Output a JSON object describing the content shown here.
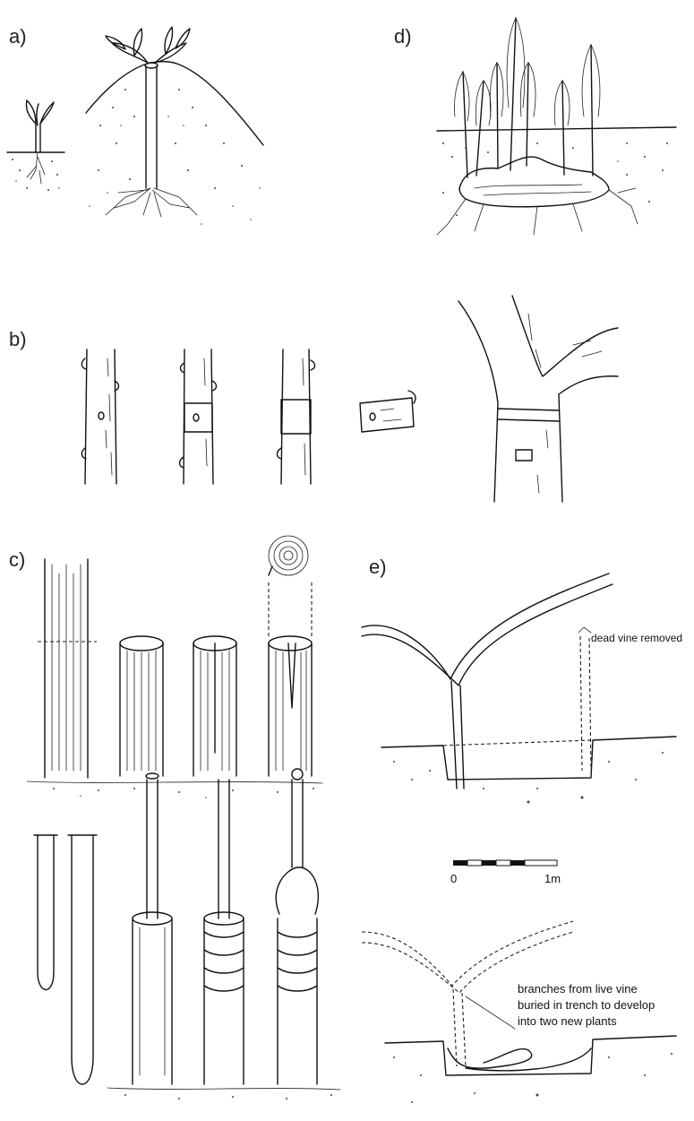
{
  "panels": {
    "a": "a)",
    "b": "b)",
    "c": "c)",
    "d": "d)",
    "e": "e)"
  },
  "annotations": {
    "dead_vine": "dead vine removed",
    "branches_line1": "branches from live vine",
    "branches_line2": "buried in trench to develop",
    "branches_line3": "into two new plants"
  },
  "scale_bar": {
    "start_label": "0",
    "end_label": "1m"
  },
  "colors": {
    "ink": "#111111",
    "background": "#ffffff"
  }
}
